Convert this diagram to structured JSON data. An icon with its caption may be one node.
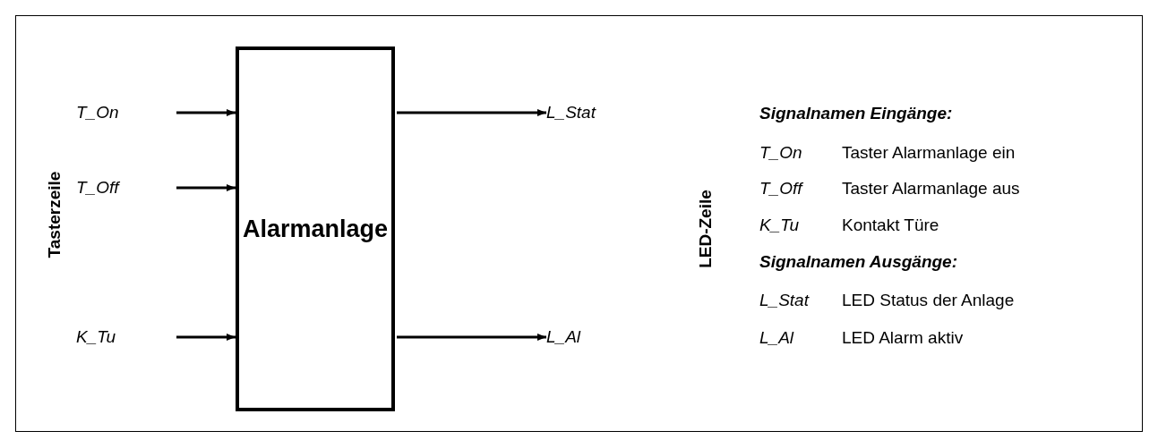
{
  "diagram": {
    "nodes": [
      {
        "text": [
          "Alarmanlage"
        ]
      },
      {
        "text": [
          "T_On"
        ]
      },
      {
        "text": [
          "T_Off"
        ]
      },
      {
        "text": [
          "K_Tu"
        ]
      },
      {
        "text": [
          "L_Stat"
        ]
      },
      {
        "text": [
          "L_Al"
        ]
      }
    ],
    "edges": [
      {
        "from": 1,
        "to": 0,
        "arrow": "to"
      },
      {
        "from": 2,
        "to": 0,
        "arrow": "to"
      },
      {
        "from": 3,
        "to": 0,
        "arrow": "to"
      },
      {
        "from": 0,
        "to": 4,
        "arrow": "to"
      },
      {
        "from": 0,
        "to": 5,
        "arrow": "to"
      }
    ],
    "labels": [
      "Tasterzeile",
      "LED-Zeile",
      "Signalnamen Eingänge:",
      "T_On",
      "Taster Alarmanlage ein",
      "T_Off",
      "Taster Alarmanlage aus",
      "K_Tu",
      "Kontakt Türe",
      "Signalnamen Ausgänge:",
      "L_Stat",
      "LED Status der Anlage",
      "L_Al",
      "LED Alarm aktiv"
    ]
  }
}
